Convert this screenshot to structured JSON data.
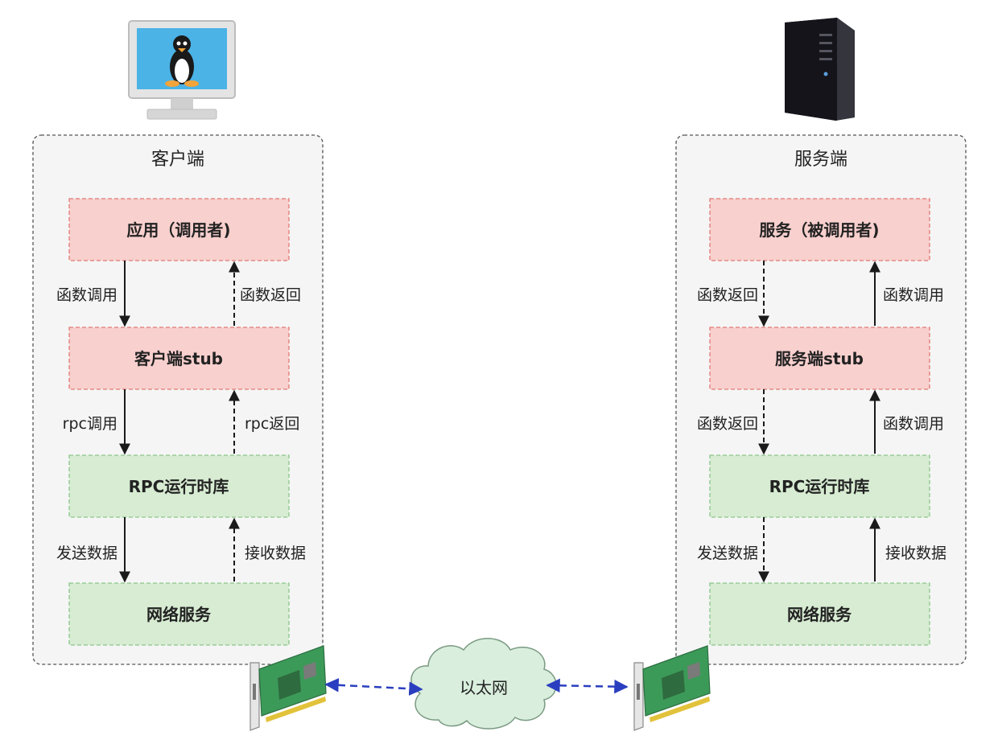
{
  "colors": {
    "pink_fill": "#f8d0ce",
    "pink_border": "#e07a76",
    "green_fill": "#d7ecd2",
    "green_border": "#8cc58a",
    "cloud_fill": "#d9eedd",
    "cloud_border": "#7a9a82",
    "network_arrow": "#2a3fbf",
    "edge": "#1a1a1a",
    "container_border": "#555555"
  },
  "client": {
    "title": "客户端",
    "icon": "linux-monitor-icon",
    "boxes": {
      "app": "应用（调用者)",
      "stub": "客户端stub",
      "runtime": "RPC运行时库",
      "network": "网络服务"
    },
    "edges": {
      "app_down": "函数调用",
      "stub_up": "函数返回",
      "stub_down": "rpc调用",
      "runtime_up": "rpc返回",
      "runtime_down": "发送数据",
      "network_up": "接收数据"
    }
  },
  "server": {
    "title": "服务端",
    "icon": "server-tower-icon",
    "boxes": {
      "app": "服务（被调用者)",
      "stub": "服务端stub",
      "runtime": "RPC运行时库",
      "network": "网络服务"
    },
    "edges": {
      "app_down": "函数返回",
      "stub_up": "函数调用",
      "stub_down": "函数返回",
      "runtime_up": "函数调用",
      "runtime_down": "发送数据",
      "network_up": "接收数据"
    }
  },
  "network": {
    "cloud_label": "以太网",
    "nic_icon": "network-card-icon"
  }
}
